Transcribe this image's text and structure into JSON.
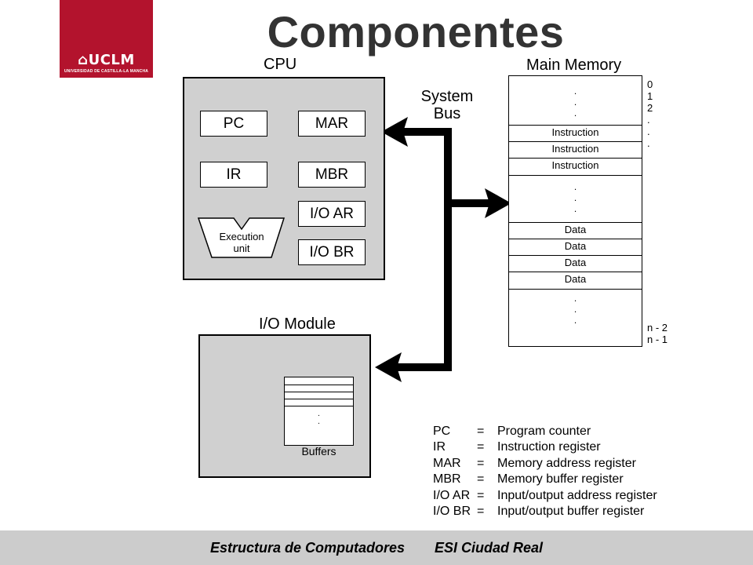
{
  "title": "Componentes",
  "logo": {
    "name": "UCLM",
    "subtitle": "UNIVERSIDAD DE CASTILLA-LA MANCHA"
  },
  "cpu": {
    "label": "CPU",
    "registers": {
      "pc": "PC",
      "mar": "MAR",
      "ir": "IR",
      "mbr": "MBR",
      "ioar": "I/O AR",
      "iobr": "I/O BR"
    },
    "execution_unit": [
      "Execution",
      "unit"
    ]
  },
  "system_bus": [
    "System",
    "Bus"
  ],
  "main_memory": {
    "label": "Main Memory",
    "instruction_rows": [
      "Instruction",
      "Instruction",
      "Instruction"
    ],
    "data_rows": [
      "Data",
      "Data",
      "Data",
      "Data"
    ],
    "addresses_top": [
      "0",
      "1",
      "2"
    ],
    "addresses_bottom": [
      "n - 2",
      "n - 1"
    ]
  },
  "io_module": {
    "label": "I/O Module",
    "buffers_label": "Buffers"
  },
  "legend": [
    {
      "abbr": "PC",
      "eq": "=",
      "desc": "Program counter"
    },
    {
      "abbr": "IR",
      "eq": "=",
      "desc": "Instruction register"
    },
    {
      "abbr": "MAR",
      "eq": "=",
      "desc": "Memory address register"
    },
    {
      "abbr": "MBR",
      "eq": "=",
      "desc": "Memory buffer register"
    },
    {
      "abbr": "I/O AR",
      "eq": "=",
      "desc": "Input/output address register"
    },
    {
      "abbr": "I/O BR",
      "eq": "=",
      "desc": "Input/output buffer register"
    }
  ],
  "footer": {
    "course": "Estructura de Computadores",
    "school": "ESI Ciudad Real"
  }
}
